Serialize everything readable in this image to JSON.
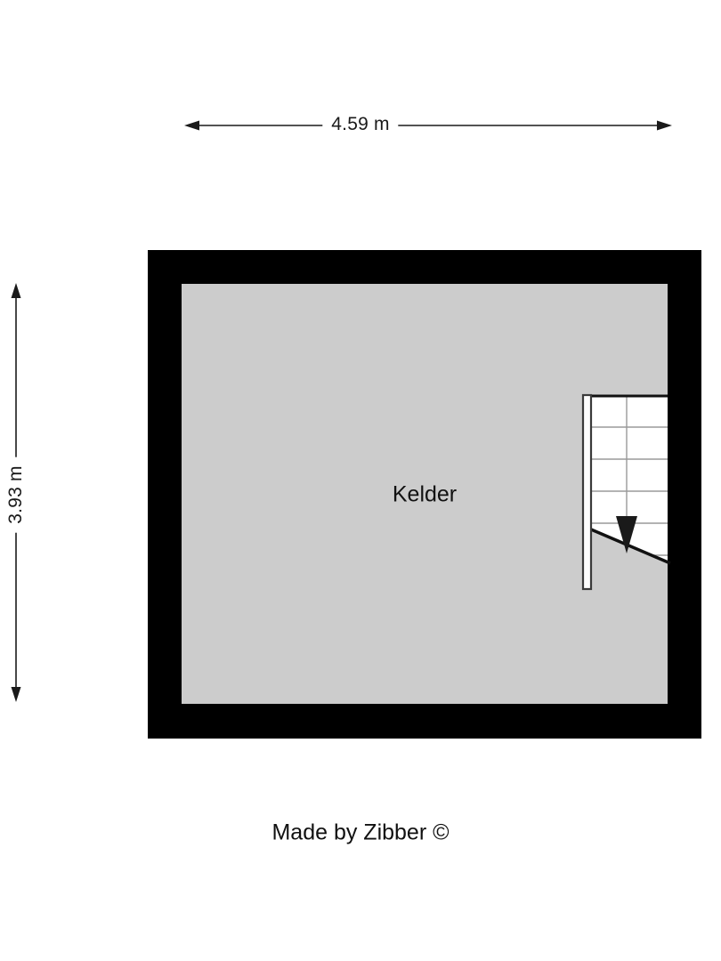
{
  "document": {
    "type": "floor-plan",
    "title": "Kelder",
    "background_color": "#ffffff"
  },
  "colors": {
    "wall": "#000000",
    "floor_fill": "#cccccc",
    "stair_fill": "#ffffff",
    "stair_line": "#9a9a9a",
    "text": "#111111",
    "dimension_line": "#1a1a1a"
  },
  "dimensions": {
    "horizontal": {
      "label": "4.59 m",
      "value": 4.59,
      "unit": "m",
      "orientation": "horizontal"
    },
    "vertical": {
      "label": "3.93 m",
      "value": 3.93,
      "unit": "m",
      "orientation": "vertical"
    }
  },
  "rooms": [
    {
      "name": "Kelder",
      "label": "Kelder",
      "fill": "#cccccc"
    }
  ],
  "features": {
    "staircase": {
      "name": "staircase",
      "tread_count": 6,
      "direction_arrow": "down",
      "position": "right"
    }
  },
  "footer": {
    "credit": "Made by Zibber ©"
  }
}
